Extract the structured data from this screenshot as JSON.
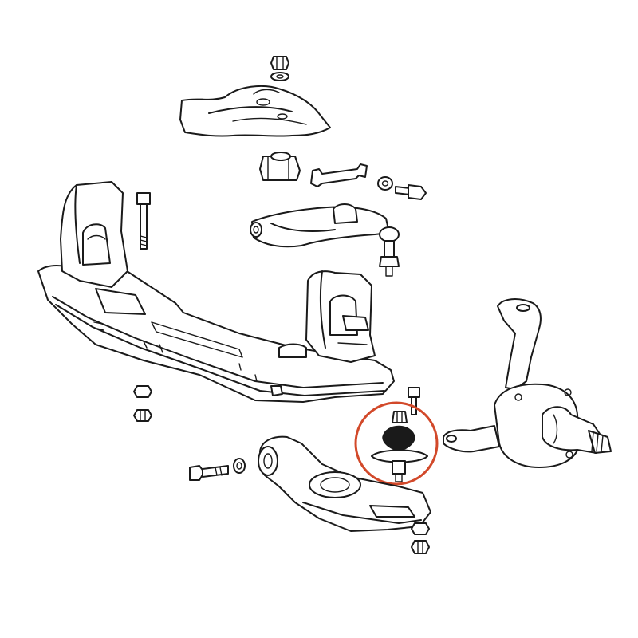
{
  "diagram": {
    "style": "exploded-view line drawing",
    "parts": [
      "upper-nut",
      "upper-washer",
      "body-mount-bracket",
      "rubber-bumper",
      "adjusting-link",
      "washer",
      "upper-arm-bolt",
      "frame-crossmember",
      "long-bolt",
      "upper-control-arm",
      "upper-ball-joint",
      "steering-knuckle",
      "lower-ball-joint",
      "lower-control-arm",
      "lower-arm-bolt",
      "lower-arm-washer",
      "nuts"
    ],
    "highlight": {
      "part": "lower-ball-joint",
      "color": "#d2492a"
    },
    "line_color": "#1a1a1a",
    "background": "#ffffff"
  }
}
